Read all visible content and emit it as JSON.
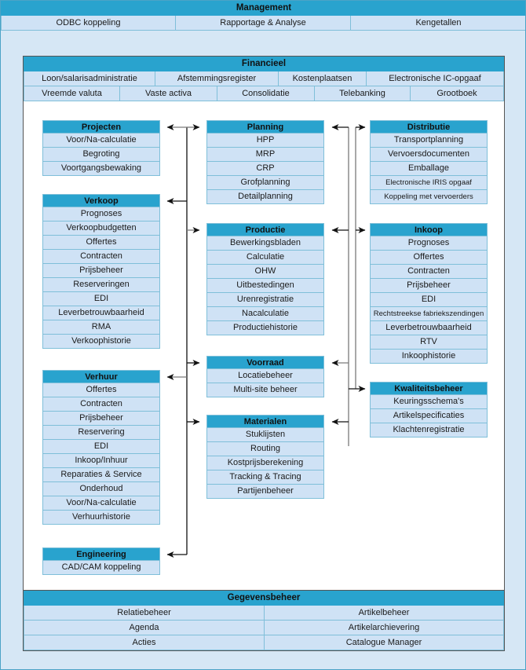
{
  "colors": {
    "canvas": "#d6e7f5",
    "header_blue": "#29a3ce",
    "row_blue": "#cfe2f5",
    "cell_border": "#7fbfd9",
    "frame": "#555555",
    "wire_dark": "#111111",
    "wire_grey": "#7a7a7a"
  },
  "management": {
    "title": "Management",
    "cells": [
      "ODBC koppeling",
      "Rapportage & Analyse",
      "Kengetallen"
    ]
  },
  "financieel": {
    "title": "Financieel",
    "row1": [
      "Loon/salarisadministratie",
      "Afstemmingsregister",
      "Kostenplaatsen",
      "Electronische IC-opgaaf"
    ],
    "row2": [
      "Vreemde valuta",
      "Vaste activa",
      "Consolidatie",
      "Telebanking",
      "Grootboek"
    ]
  },
  "gegevensbeheer": {
    "title": "Gegevensbeheer",
    "row1": [
      "Relatiebeheer",
      "Artikelbeheer"
    ],
    "row2": [
      "Agenda",
      "Artikelarchievering"
    ],
    "row3": [
      "Acties",
      "Catalogue Manager"
    ]
  },
  "blocks": {
    "projecten": {
      "title": "Projecten",
      "items": [
        "Voor/Na-calculatie",
        "Begroting",
        "Voortgangsbewaking"
      ]
    },
    "verkoop": {
      "title": "Verkoop",
      "items": [
        "Prognoses",
        "Verkoopbudgetten",
        "Offertes",
        "Contracten",
        "Prijsbeheer",
        "Reserveringen",
        "EDI",
        "Leverbetrouwbaarheid",
        "RMA",
        "Verkoophistorie"
      ]
    },
    "verhuur": {
      "title": "Verhuur",
      "items": [
        "Offertes",
        "Contracten",
        "Prijsbeheer",
        "Reservering",
        "EDI",
        "Inkoop/Inhuur",
        "Reparaties & Service",
        "Onderhoud",
        "Voor/Na-calculatie",
        "Verhuurhistorie"
      ]
    },
    "engineering": {
      "title": "Engineering",
      "items": [
        "CAD/CAM koppeling"
      ]
    },
    "planning": {
      "title": "Planning",
      "items": [
        "HPP",
        "MRP",
        "CRP",
        "Grofplanning",
        "Detailplanning"
      ]
    },
    "productie": {
      "title": "Productie",
      "items": [
        "Bewerkingsbladen",
        "Calculatie",
        "OHW",
        "Uitbestedingen",
        "Urenregistratie",
        "Nacalculatie",
        "Productiehistorie"
      ]
    },
    "voorraad": {
      "title": "Voorraad",
      "items": [
        "Locatiebeheer",
        "Multi-site beheer"
      ]
    },
    "materialen": {
      "title": "Materialen",
      "items": [
        "Stuklijsten",
        "Routing",
        "Kostprijsberekening",
        "Tracking & Tracing",
        "Partijenbeheer"
      ]
    },
    "distributie": {
      "title": "Distributie",
      "items": [
        "Transportplanning",
        "Vervoersdocumenten",
        "Emballage",
        "Electronische IRIS opgaaf",
        "Koppeling met vervoerders"
      ]
    },
    "inkoop": {
      "title": "Inkoop",
      "items": [
        "Prognoses",
        "Offertes",
        "Contracten",
        "Prijsbeheer",
        "EDI",
        "Rechtstreekse fabriekszendingen",
        "Leverbetrouwbaarheid",
        "RTV",
        "Inkoophistorie"
      ]
    },
    "kwaliteitsbeheer": {
      "title": "Kwaliteitsbeheer",
      "items": [
        "Keuringsschema's",
        "Artikelspecificaties",
        "Klachtenregistratie"
      ]
    }
  }
}
